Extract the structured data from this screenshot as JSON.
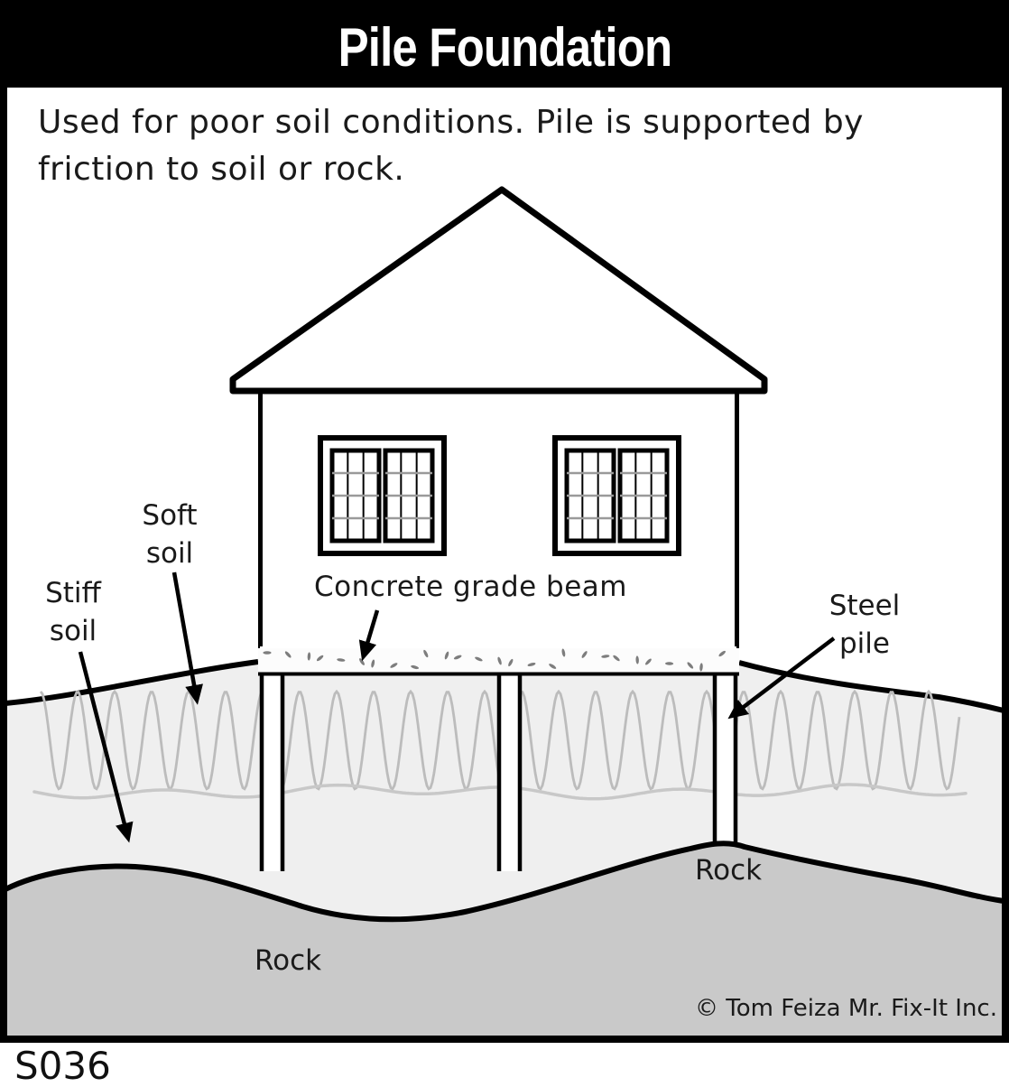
{
  "header": {
    "title": "Pile Foundation"
  },
  "description": "Used for poor soil conditions.  Pile is supported by\nfriction to soil or rock.",
  "labels": {
    "soft_soil": "Soft\nsoil",
    "stiff_soil": "Stiff\nsoil",
    "concrete_grade_beam": "Concrete grade beam",
    "steel_pile": "Steel\npile",
    "rock_left": "Rock",
    "rock_right": "Rock"
  },
  "footer": {
    "copyright": "© Tom Feiza Mr. Fix-It Inc.",
    "code": "S036"
  },
  "colors": {
    "frame": "#000000",
    "soft_soil_fill": "#efefef",
    "rock_fill": "#c9c9c9",
    "friction_squiggle": "#bcbcbc",
    "soil_wave_line": "#c8c8c8",
    "beam_fill": "#fcfcfc",
    "beam_speckle": "#7d7d7d",
    "window_mullion_h": "#9a9a9a",
    "title_text": "#ffffff"
  }
}
